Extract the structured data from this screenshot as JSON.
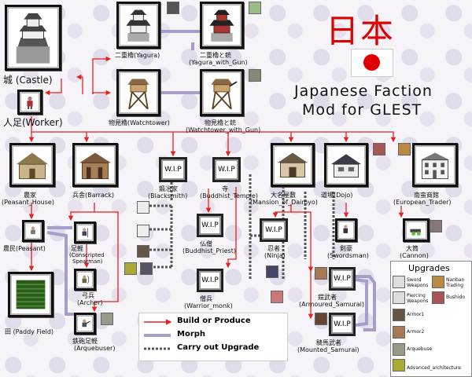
{
  "header": {
    "kanji": "日本",
    "title_line1": "Japanese Faction",
    "title_line2": "Mod for GLEST"
  },
  "colors": {
    "build": "#e8201c",
    "morph": "#a89ccc",
    "upgrade": "#555555",
    "flag_red": "#e00000"
  },
  "nodes": {
    "castle": "城 (Castle)",
    "worker": "人足(Worker)",
    "yagura": "二重櫓(Yagura)",
    "yagura_gun": "二重櫓と銃",
    "yagura_gun_en": "(Yagura_with_Gun)",
    "watchtower": "物見櫓(Watchtower)",
    "watchtower_gun": "物見櫓と銃",
    "watchtower_gun_en": "(Watchtower_with_Gun)",
    "peasant_house": "農家",
    "peasant_house_en": "(Peasant_House)",
    "barrack": "兵舎(Barrack)",
    "blacksmith": "鍛冶家",
    "blacksmith_en": "(Blacksmith)",
    "temple": "寺",
    "temple_en": "(Buddhist_Temple)",
    "mansion": "大名屋敷",
    "mansion_en": "(Mansion_of_Daimyo)",
    "dojo": "道場(Dojo)",
    "european": "南蛮商館",
    "european_en": "(European_Trader)",
    "peasant": "農民(Peasant)",
    "spearman": "足軽",
    "spearman_en1": "(Conscripted",
    "spearman_en2": "Spearman)",
    "archer": "弓兵",
    "archer_en": "(Archer)",
    "paddy": "田 (Paddy Field)",
    "arquebuser": "鉄砲足軽",
    "arquebuser_en": "(Arquebuser)",
    "priest": "仏僧",
    "priest_en": "(Buddhist_Priest)",
    "monk": "僧兵",
    "monk_en": "(Warrior_monk)",
    "ninja": "忍者",
    "ninja_en": "(Ninja)",
    "swordsman": "剣豪",
    "swordsman_en": "(Swordsman)",
    "cannon": "大筒",
    "cannon_en": "(Cannon)",
    "armoured": "鎧武者",
    "armoured_en": "(Armoured_Samurai)",
    "mounted": "騎馬武者",
    "mounted_en": "(Mounted_Samurai)",
    "wip": "W.I.P"
  },
  "legend": {
    "build": "Build or Produce",
    "morph": "Morph",
    "upgrade": "Carry out Upgrade"
  },
  "upgrades": {
    "title": "Upgrades",
    "sword": "Sword Weapons",
    "piercing": "Piercing Weapons",
    "nanban": "Nanban Trading",
    "bushido": "Bushido",
    "armor1": "Armor1",
    "armor2": "Armor2",
    "arquebuse": "Arquebuse",
    "advanced": "Advanced_architecture"
  }
}
